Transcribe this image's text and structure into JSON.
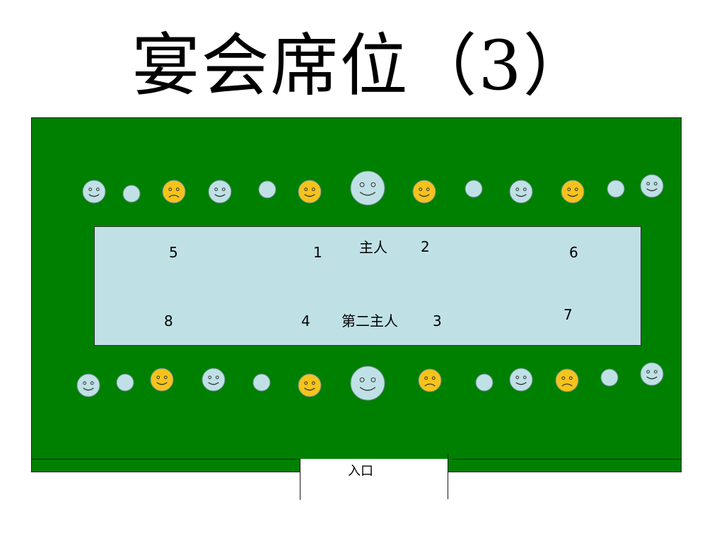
{
  "title": "宴会席位（3）",
  "colors": {
    "room": "#008000",
    "table": "#bfe1e6",
    "guest": "#bfe1e6",
    "vip": "#f5c31c",
    "outline": "#6a8a90"
  },
  "table_labels": {
    "host": "主人",
    "second_host": "第二主人",
    "n1": "1",
    "n2": "2",
    "n3": "3",
    "n4": "4",
    "n5": "5",
    "n6": "6",
    "n7": "7",
    "n8": "8"
  },
  "entrance": "入口",
  "seats_top": [
    {
      "kind": "smile",
      "color": "guest"
    },
    {
      "kind": "plain",
      "color": "guest"
    },
    {
      "kind": "frown",
      "color": "vip"
    },
    {
      "kind": "smile",
      "color": "guest"
    },
    {
      "kind": "plain",
      "color": "guest"
    },
    {
      "kind": "smile",
      "color": "vip"
    },
    {
      "kind": "smile",
      "color": "guest",
      "large": true
    },
    {
      "kind": "smile",
      "color": "vip"
    },
    {
      "kind": "plain",
      "color": "guest"
    },
    {
      "kind": "smile",
      "color": "guest"
    },
    {
      "kind": "smile",
      "color": "vip"
    },
    {
      "kind": "plain",
      "color": "guest"
    },
    {
      "kind": "smile",
      "color": "guest"
    }
  ],
  "seats_bottom": [
    {
      "kind": "smile",
      "color": "guest"
    },
    {
      "kind": "plain",
      "color": "guest"
    },
    {
      "kind": "smile",
      "color": "vip"
    },
    {
      "kind": "smile",
      "color": "guest"
    },
    {
      "kind": "plain",
      "color": "guest"
    },
    {
      "kind": "smile",
      "color": "vip"
    },
    {
      "kind": "smile",
      "color": "guest",
      "large": true
    },
    {
      "kind": "frown",
      "color": "vip"
    },
    {
      "kind": "plain",
      "color": "guest"
    },
    {
      "kind": "smile",
      "color": "guest"
    },
    {
      "kind": "frown",
      "color": "vip"
    },
    {
      "kind": "plain",
      "color": "guest"
    },
    {
      "kind": "smile",
      "color": "guest"
    }
  ]
}
